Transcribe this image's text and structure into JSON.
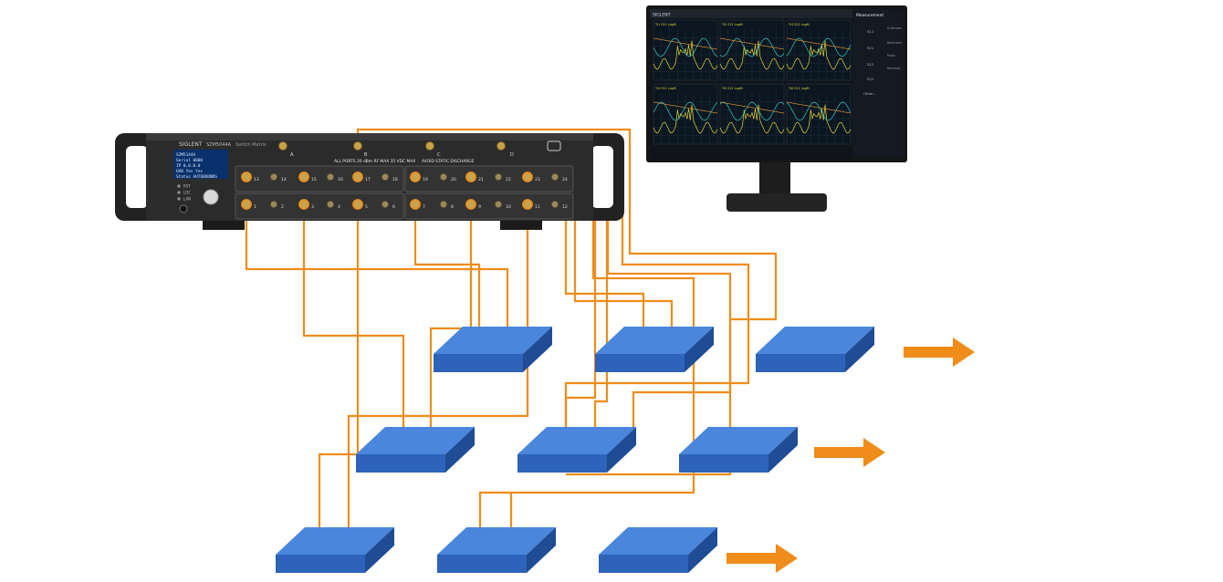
{
  "instrument": {
    "brand": "SIGLENT",
    "model_line": "SZM5044A",
    "subtitle": "Switch Matrix",
    "screen_lines": [
      "SZM5144A",
      "Serial  0000",
      "IP      0.0.0.0",
      "USB     Yes Yes",
      "Status  AUTOBOUNDS"
    ],
    "side_labels": [
      "RST",
      "LOC",
      "LAN"
    ],
    "common_ports": [
      "A",
      "B",
      "C",
      "D"
    ],
    "warning_left": "ALL PORTS 20 dBm RF MAX 35 VDC MAX",
    "warning_right": "AVOID STATIC DISCHARGE",
    "ports_top": [
      "13",
      "14",
      "15",
      "16",
      "17",
      "18",
      "19",
      "20",
      "21",
      "22",
      "23",
      "24"
    ],
    "ports_bottom": [
      "1",
      "2",
      "3",
      "4",
      "5",
      "6",
      "7",
      "8",
      "9",
      "10",
      "11",
      "12"
    ]
  },
  "monitor": {
    "brand": "SIGLENT",
    "side_title": "Measurement",
    "side_items": [
      "S11",
      "S21",
      "S12",
      "S22",
      "Other..."
    ],
    "tabs": [
      "S-Params",
      "Balanced",
      "Mixer",
      "Receiver"
    ],
    "traces": [
      "Tr1  S21  LogM",
      "Tr2  S11  LogM",
      "Tr3  S22  LogM",
      "Tr4  S21  LogM",
      "Tr5  S12  LogM",
      "Tr6  S11  LogM"
    ]
  },
  "colors": {
    "cable": "#f08c1a",
    "dut_top": "#4a86dc",
    "dut_front": "#2d63b8",
    "dut_side": "#1f4c95",
    "arrow": "#f08c1a",
    "chassis": "#2b2b2b",
    "plot_bg": "#0b1620",
    "trace_yellow": "#e2d53a",
    "trace_cyan": "#35c6c4",
    "trace_orange": "#d98b2b"
  },
  "icons": {
    "handle": "rack-handle-icon",
    "connector": "sma-connector-icon",
    "arrow": "right-arrow-icon",
    "usb": "usb-icon"
  }
}
